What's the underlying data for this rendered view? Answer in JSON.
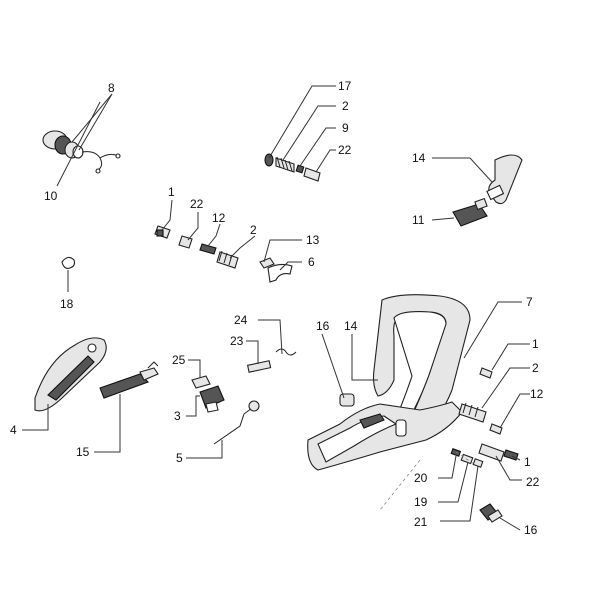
{
  "callouts": {
    "c8": "8",
    "c10": "10",
    "c17": "17",
    "c2a": "2",
    "c9": "9",
    "c22a": "22",
    "c14a": "14",
    "c11": "11",
    "c1a": "1",
    "c22b": "22",
    "c12a": "12",
    "c2b": "2",
    "c13": "13",
    "c6": "6",
    "c18": "18",
    "c7": "7",
    "c24": "24",
    "c16a": "16",
    "c14b": "14",
    "c23": "23",
    "c25": "25",
    "c3": "3",
    "c4": "4",
    "c15": "15",
    "c5": "5",
    "c1b": "1",
    "c2c": "2",
    "c12b": "12",
    "c1c": "1",
    "c22c": "22",
    "c20": "20",
    "c19": "19",
    "c21": "21",
    "c16b": "16"
  }
}
